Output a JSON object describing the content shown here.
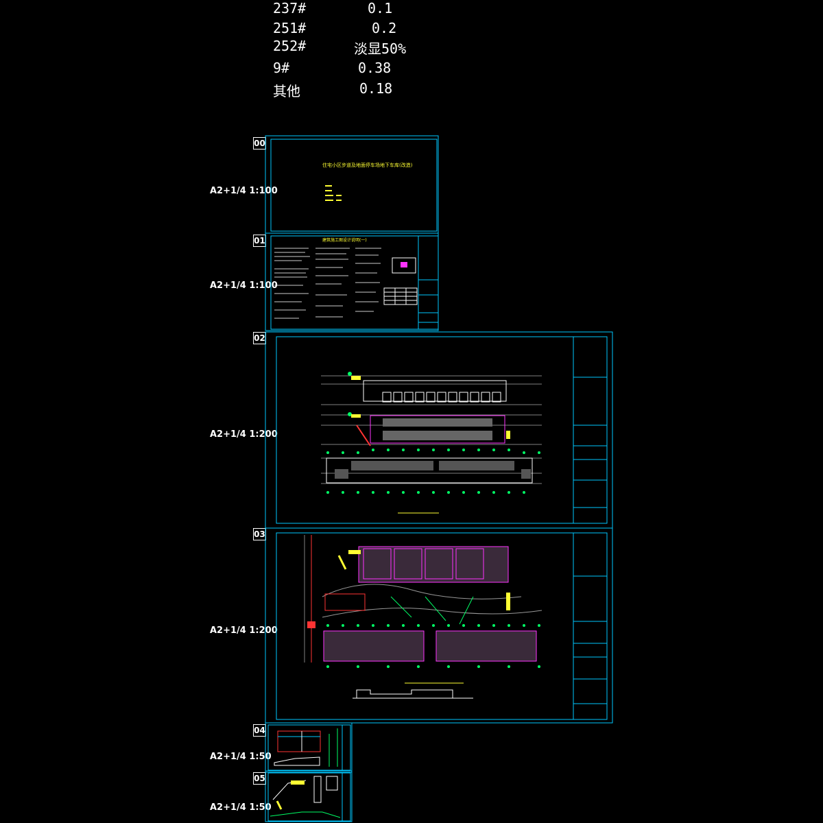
{
  "legend": [
    {
      "code": "237#",
      "value": "0.1"
    },
    {
      "code": "251#",
      "value": "0.2"
    },
    {
      "code": "252#",
      "value": "淡显50%"
    },
    {
      "code": "9#",
      "value": "0.38"
    },
    {
      "code": "其他",
      "value": "0.18"
    }
  ],
  "sheets": [
    {
      "num": "00",
      "scale": "A2+1/4 1:100",
      "title": "住宅小区步道及地面停车场地下车库(改造)"
    },
    {
      "num": "01",
      "scale": "A2+1/4 1:100",
      "title": "建筑施工图设计说明(一)"
    },
    {
      "num": "02",
      "scale": "A2+1/4 1:200"
    },
    {
      "num": "03",
      "scale": "A2+1/4 1:200"
    },
    {
      "num": "04",
      "scale": "A2+1/4 1:50"
    },
    {
      "num": "05",
      "scale": "A2+1/4 1:50"
    }
  ],
  "colors": {
    "frame": "#00c8ff",
    "text": "#ffffff",
    "green": "#00ff66",
    "magenta": "#ff33ff",
    "yellow": "#ffff33",
    "red": "#ff3333"
  }
}
